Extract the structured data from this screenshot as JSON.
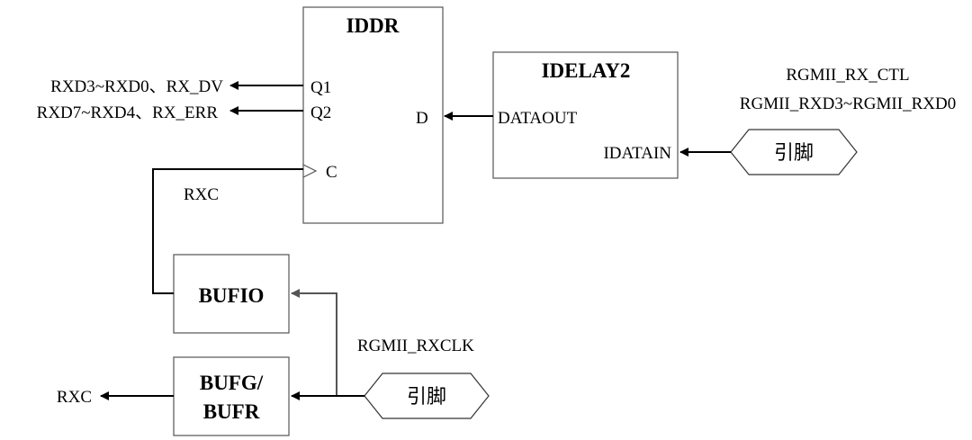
{
  "blocks": {
    "iddr": {
      "title": "IDDR",
      "ports": {
        "q1": "Q1",
        "q2": "Q2",
        "d": "D",
        "c": "C"
      }
    },
    "idelay2": {
      "title": "IDELAY2",
      "ports": {
        "dataout": "DATAOUT",
        "idatain": "IDATAIN"
      }
    },
    "bufio": {
      "title": "BUFIO"
    },
    "bufg": {
      "title_line1": "BUFG/",
      "title_line2": "BUFR"
    }
  },
  "pins": {
    "data_pin": "引脚",
    "clock_pin": "引脚"
  },
  "signals": {
    "q1_out": "RXD3~RXD0、RX_DV",
    "q2_out": "RXD7~RXD4、RX_ERR",
    "rxc_internal": "RXC",
    "rgmii_ctl": "RGMII_RX_CTL",
    "rgmii_rxd": "RGMII_RXD3~RGMII_RXD0",
    "rgmii_rxclk": "RGMII_RXCLK",
    "rxc_out": "RXC"
  }
}
